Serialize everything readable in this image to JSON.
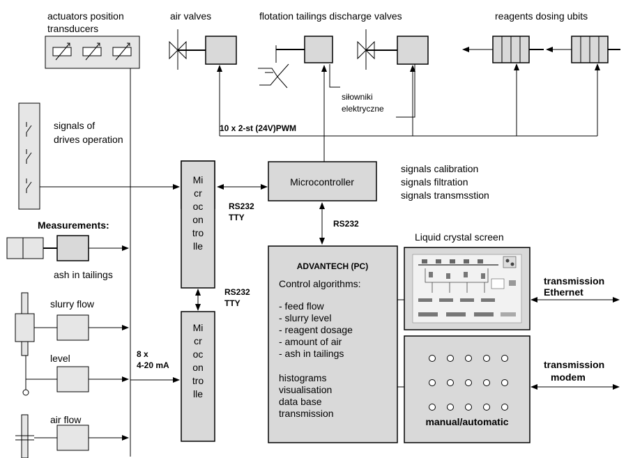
{
  "labels": {
    "actuators_1": "actuators position",
    "actuators_2": "transducers",
    "air_valves": "air valves",
    "flotation": "flotation tailings discharge valves",
    "reagents": "reagents dosing ubits",
    "silowniki_1": "siłowniki",
    "silowniki_2": "elektryczne",
    "pwm": "10 x 2-st (24V)PWM",
    "drives_1": "signals of",
    "drives_2": "drives operation",
    "microcontroller": "Microcontroller",
    "sig_calibration": "signals calibration",
    "sig_filtration": "signals  filtration",
    "sig_transmission": "signals  transmsstion",
    "mc_vertical": [
      "Mi",
      "cr",
      "oc",
      "on",
      "tro",
      "lle"
    ],
    "rs232_tty": [
      "RS232",
      "TTY"
    ],
    "rs232": "RS232",
    "measurements": "Measurements:",
    "ash": "ash in tailings",
    "slurry_flow": "slurry flow",
    "level": "level",
    "air_flow": "air flow",
    "analog_1": "8 x",
    "analog_2": "4-20 mA",
    "lcd": "Liquid crystal screen",
    "advantech": "ADVANTECH (PC)",
    "control_algorithms": "Control algorithms:",
    "control_items": [
      "- feed flow",
      "- slurry level",
      "- reagent dosage",
      "- amount of air",
      "- ash in tailings"
    ],
    "pc_functions": [
      "histograms",
      "visualisation",
      "data base",
      "transmission"
    ],
    "manual_auto": "manual/automatic",
    "trans_eth_1": "transmission",
    "trans_eth_2": "Ethernet",
    "trans_modem_1": "transmission",
    "trans_modem_2": "modem"
  },
  "colors": {
    "box_fill": "#d9d9d9",
    "panel_fill": "#e6e6e6",
    "line": "#000000"
  }
}
